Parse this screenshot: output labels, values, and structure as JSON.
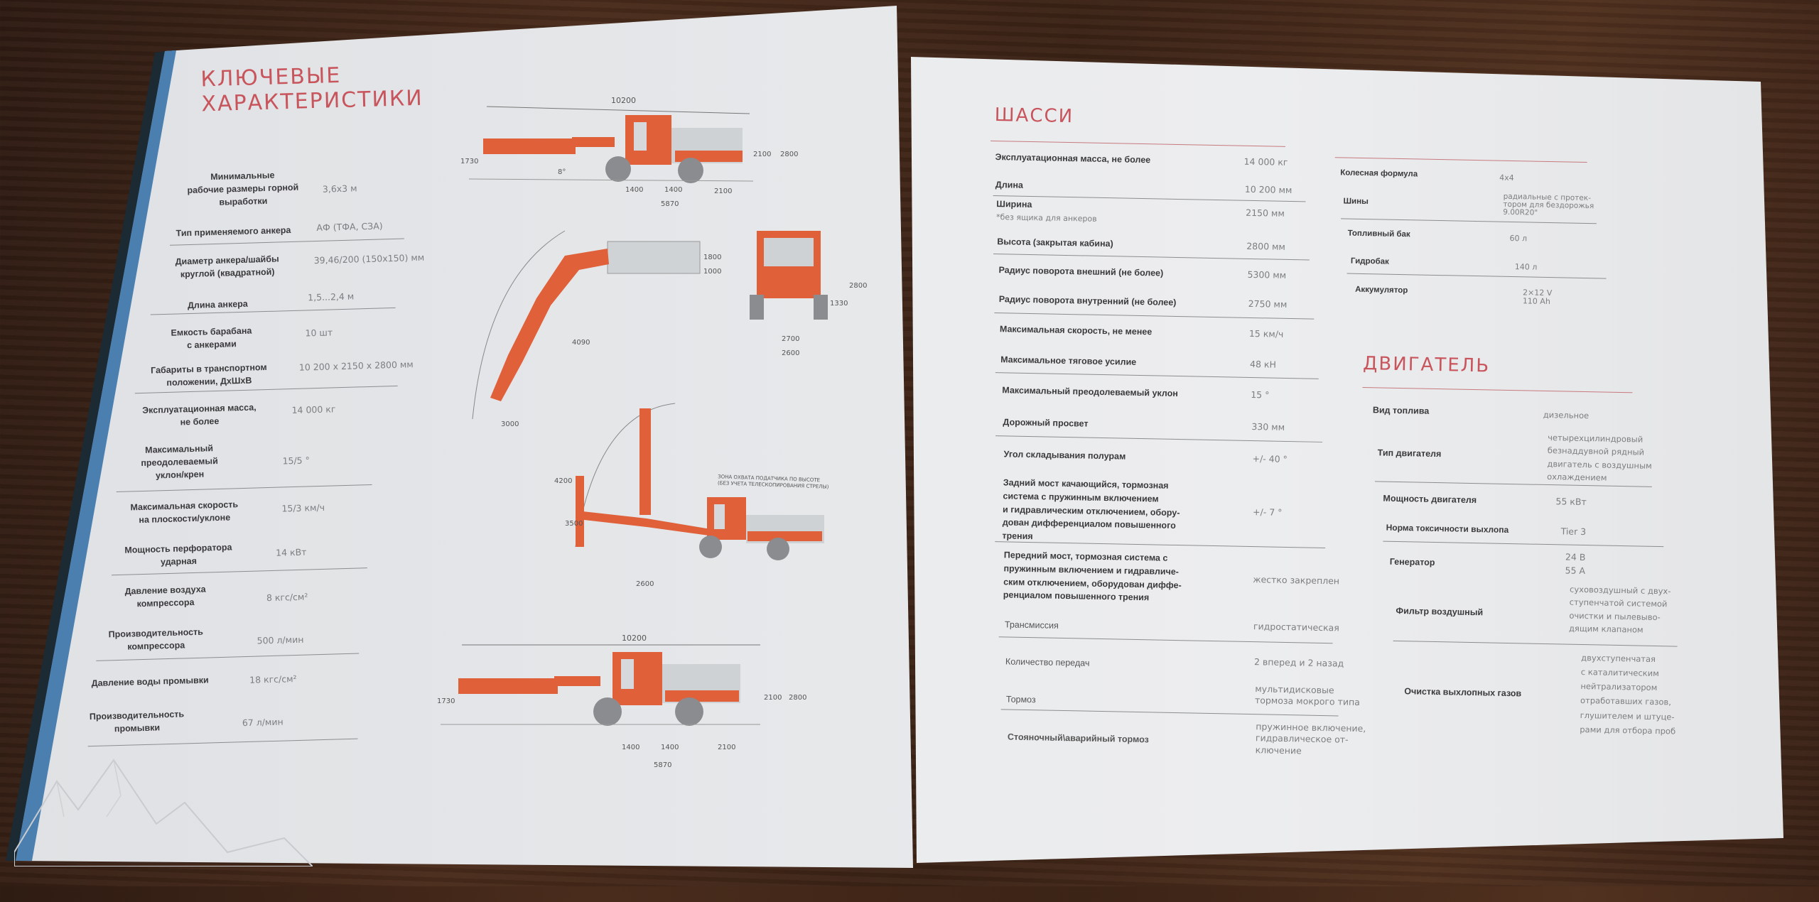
{
  "left_page": {
    "title": "КЛЮЧЕВЫЕ\nХАРАКТЕРИСТИКИ",
    "specs": [
      {
        "label": "Минимальные\nрабочие размеры горной\nвыработки",
        "value": "3,6х3 м"
      },
      {
        "label": "Тип применяемого анкера",
        "value": "АФ (ТФА, СЗА)"
      },
      {
        "label": "Диаметр анкера/шайбы\nкруглой (квадратной)",
        "value": "39,46/200 (150х150) мм"
      },
      {
        "label": "Длина анкера",
        "value": "1,5...2,4 м"
      },
      {
        "label": "Емкость барабана\nс анкерами",
        "value": "10 шт"
      },
      {
        "label": "Габариты в транспортном\nположении, ДхШхВ",
        "value": "10 200 х 2150 х 2800 мм"
      },
      {
        "label": "Эксплуатационная масса,\nне более",
        "value": "14 000 кг"
      },
      {
        "label": "Максимальный\nпреодолеваемый\nуклон/крен",
        "value": "15/5 °"
      },
      {
        "label": "Максимальная скорость\nна плоскости/уклоне",
        "value": "15/3 км/ч"
      },
      {
        "label": "Мощность перфоратора\nударная",
        "value": "14 кВт"
      },
      {
        "label": "Давление воздуха\nкомпрессора",
        "value": "8 кгс/см²"
      },
      {
        "label": "Производительность\nкомпрессора",
        "value": "500 л/мин"
      },
      {
        "label": "Давление воды промывки",
        "value": "18 кгс/см²"
      },
      {
        "label": "Производительность\nпромывки",
        "value": "67 л/мин"
      }
    ],
    "drawings": {
      "top": {
        "overall": "10200",
        "height_front": "1730",
        "angle": "8°",
        "d1": "1400",
        "d2": "1400",
        "d3": "2100",
        "base": "5870",
        "h1": "2800",
        "h2": "2100"
      },
      "plan": {
        "radius": "4090",
        "length": "3000",
        "w1": "1800",
        "w2": "1000"
      },
      "front": {
        "w1": "2700",
        "w2": "2600",
        "h1": "2800",
        "h2": "1330"
      },
      "side": {
        "h1": "4200",
        "h2": "3500",
        "reach": "2600",
        "note": "ЗОНА ОХВАТА ПОДАТЧИКА ПО ВЫСОТЕ\n(БЕЗ УЧЕТА ТЕЛЕСКОПИРОВАНИЯ СТРЕЛЫ)"
      },
      "bottom": {
        "overall": "10200",
        "height_front": "1730",
        "d1": "1400",
        "d2": "1400",
        "d3": "2100",
        "base": "5870",
        "h1": "2800",
        "h2": "2100"
      }
    }
  },
  "right_page": {
    "chassis_title": "ШАССИ",
    "chassis": [
      {
        "label": "Эксплуатационная масса, не более",
        "value": "14 000 кг"
      },
      {
        "label": "Длина",
        "value": "10 200 мм"
      },
      {
        "label": "Ширина",
        "note": "*без ящика для анкеров",
        "value": "2150 мм"
      },
      {
        "label": "Высота (закрытая кабина)",
        "value": "2800 мм"
      },
      {
        "label": "Радиус поворота внешний (не более)",
        "value": "5300 мм"
      },
      {
        "label": "Радиус поворота внутренний (не более)",
        "value": "2750 мм"
      },
      {
        "label": "Максимальная скорость, не менее",
        "value": "15 км/ч"
      },
      {
        "label": "Максимальное тяговое усилие",
        "value": "48 кН"
      },
      {
        "label": "Максимальный преодолеваемый уклон",
        "value": "15 °"
      },
      {
        "label": "Дорожный просвет",
        "value": "330 мм"
      },
      {
        "label": "Угол складывания полурам",
        "value": "+/- 40 °"
      },
      {
        "label": "Задний мост качающийся, тормозная\nсистема с пружинным включением\nи гидравлическим отключением, обору-\nдован дифференциалом повышенного\nтрения",
        "value": "+/- 7 °"
      },
      {
        "label": "Передний мост, тормозная система с\nпружинным включением и гидравличе-\nским отключением, оборудован диффе-\nренциалом повышенного трения",
        "value": "жестко закреплен"
      },
      {
        "label": "Трансмиссия",
        "value": "гидростатическая"
      },
      {
        "label": "Количество передач",
        "value": "2 вперед и 2 назад"
      },
      {
        "label": "Тормоз",
        "value": "мультидисковые\nтормоза мокрого типа"
      },
      {
        "label": "Стояночный\\аварийный тормоз",
        "value": "пружинное включение,\nгидравлическое от-\nключение"
      }
    ],
    "chassis_extra": [
      {
        "label": "Колесная формула",
        "value": "4х4"
      },
      {
        "label": "Шины",
        "value": "радиальные с протек-\nтором для бездорожья\n9.00R20\""
      },
      {
        "label": "Топливный бак",
        "value": "60 л"
      },
      {
        "label": "Гидробак",
        "value": "140 л"
      },
      {
        "label": "Аккумулятор",
        "value": "2×12 V\n110 Ah"
      }
    ],
    "engine_title": "ДВИГАТЕЛЬ",
    "engine": [
      {
        "label": "Вид топлива",
        "value": "дизельное"
      },
      {
        "label": "Тип двигателя",
        "value": "четырехцилиндровый\nбезнаддувной рядный\nдвигатель с воздушным\nохлаждением"
      },
      {
        "label": "Мощность двигателя",
        "value": "55 кВт"
      },
      {
        "label": "Норма токсичности выхлопа",
        "value": "Tier 3"
      },
      {
        "label": "Генератор",
        "value": "24 В\n55 А"
      },
      {
        "label": "Фильтр воздушный",
        "value": "суховоздушный с двух-\nступенчатой системой\nочистки и пылевыво-\nдящим клапаном"
      },
      {
        "label": "Очистка выхлопных газов",
        "value": "двухступенчатая\nс каталитическим\nнейтрализатором\nотработавших газов,\nглушителем и штуце-\nрами для отбора проб"
      }
    ]
  },
  "colors": {
    "accent": "#c8545c",
    "machine": "#e0603a",
    "page": "#e9eaec",
    "table": "#3b2416"
  }
}
